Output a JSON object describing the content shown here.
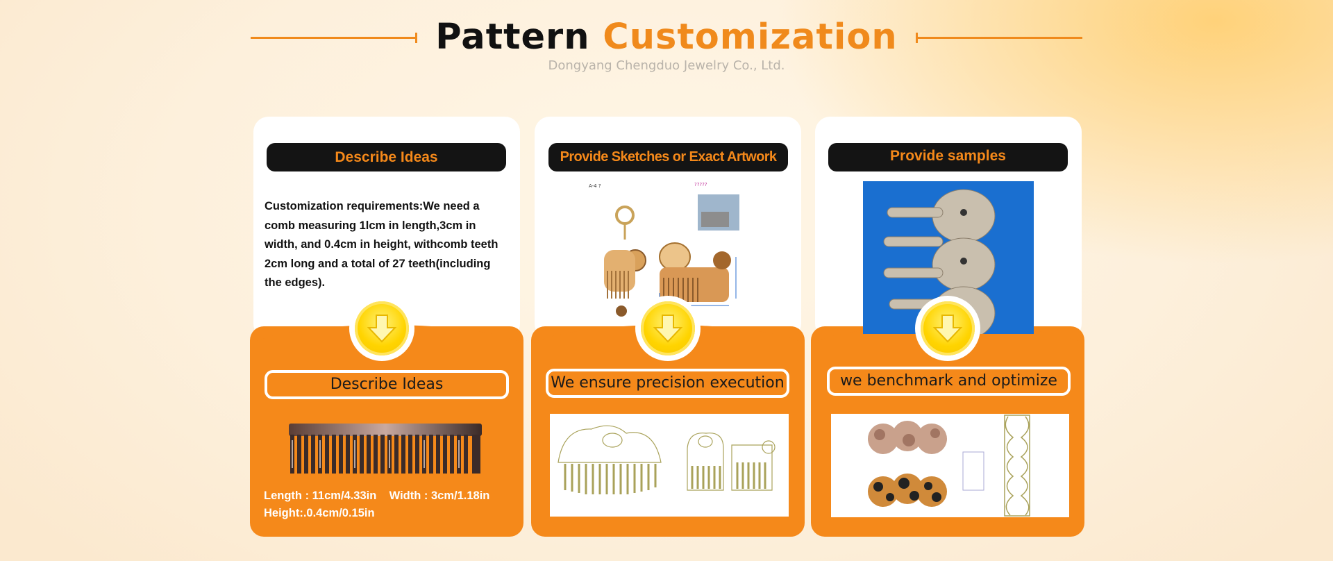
{
  "header": {
    "title_part1": "Pattern",
    "title_part2": "Customization",
    "subtitle": "Dongyang Chengduo Jewelry Co., Ltd."
  },
  "colors": {
    "accent": "#f5891a",
    "dark": "#141414",
    "arrow": "#ffd400"
  },
  "steps": [
    {
      "top_label": "Describe Ideas",
      "description": "Customization requirements:We need a comb measuring 1lcm in length,3cm in width, and 0.4cm in height, withcomb teeth 2cm long and a total of 27 teeth(including the edges).",
      "bottom_label": "Describe Ideas",
      "dims_line1": "Length : 11cm/4.33in    Width : 3cm/1.18in",
      "dims_line2": "Height:.0.4cm/0.15in",
      "icon": "down-arrow-icon"
    },
    {
      "top_label": "Provide Sketches or Exact Artwork",
      "bottom_label": "We ensure precision execution",
      "icon": "down-arrow-icon"
    },
    {
      "top_label": "Provide samples",
      "bottom_label": "we benchmark and optimize",
      "icon": "down-arrow-icon"
    }
  ]
}
